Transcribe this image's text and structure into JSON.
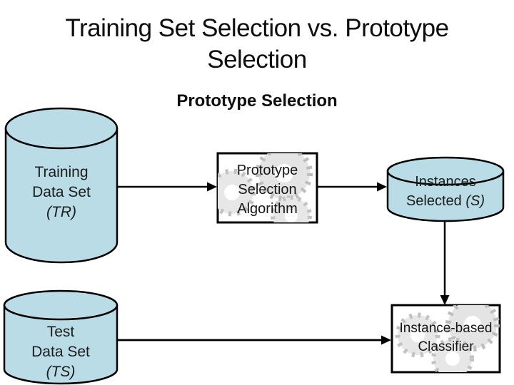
{
  "slide": {
    "title_line1": "Training Set Selection vs. Prototype",
    "title_line2": "Selection",
    "subtitle": "Prototype Selection",
    "colors": {
      "background": "#ffffff",
      "heading_text": "#0d0d0d",
      "cylinder_fill": "#b9dce6",
      "outline": "#000000",
      "gear_teeth": "#bdbdbd",
      "gear_body": "#e4e4e4"
    }
  },
  "diagram": {
    "training_db": {
      "line1": "Training",
      "line2": "Data Set",
      "line3": "(TR)"
    },
    "ps_box": {
      "line1": "Prototype",
      "line2": "Selection",
      "line3": "Algorithm"
    },
    "instances_db": {
      "line1": "Instances",
      "line2_text": "Selected",
      "line2_italic": "(S)"
    },
    "classifier_box": {
      "line1": "Instance-based",
      "line2": "Classifier"
    },
    "test_db": {
      "line1": "Test",
      "line2": "Data Set",
      "line3": "(TS)"
    }
  }
}
